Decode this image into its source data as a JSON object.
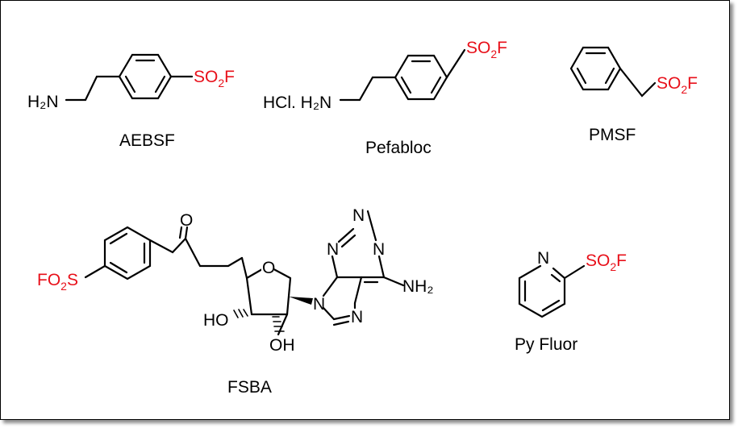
{
  "compounds": {
    "aebsf": {
      "name": "AEBSF",
      "amine_label": "H₂N",
      "group": {
        "main": "SO",
        "sub": "2",
        "tail": "F"
      }
    },
    "pefabloc": {
      "name": "Pefabloc",
      "salt_label": "HCl. H₂N",
      "group": {
        "main": "SO",
        "sub": "2",
        "tail": "F"
      }
    },
    "pmsf": {
      "name": "PMSF",
      "group": {
        "main": "SO",
        "sub": "2",
        "tail": "F"
      }
    },
    "fsba": {
      "name": "FSBA",
      "group": {
        "main": "FO",
        "sub": "2",
        "tail": "S"
      },
      "oxygen_label": "O",
      "ring_oxygen_label": "O",
      "hydroxyl_left": "HO",
      "hydroxyl_bottom": "OH",
      "amine_label": "NH₂",
      "nitrogen_label": "N"
    },
    "pyfluor": {
      "name": "Py Fluor",
      "nitrogen_label": "N",
      "group": {
        "main": "SO",
        "sub": "2",
        "tail": "F"
      }
    }
  },
  "colors": {
    "sulfonyl_fluoride": "#e8101a",
    "bonds": "#000000",
    "frame_shadow": "#7f7f7f"
  }
}
